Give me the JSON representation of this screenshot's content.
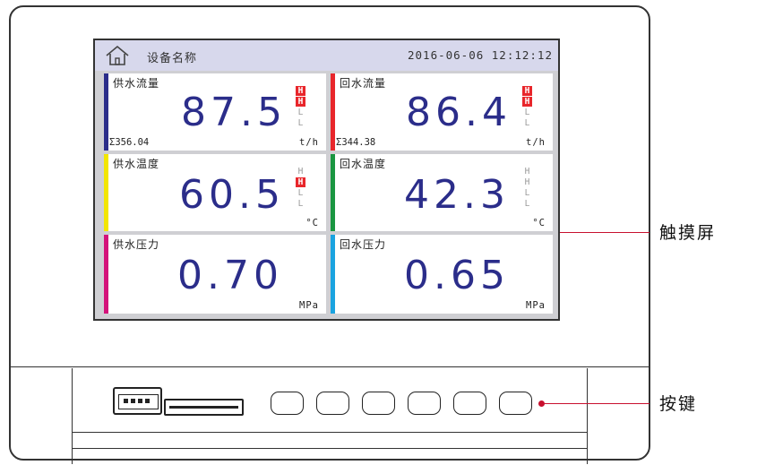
{
  "screen": {
    "header": {
      "title": "设备名称",
      "datetime": "2016-06-06 12:12:12"
    },
    "cells": [
      {
        "label": "供水流量",
        "value": "87.5",
        "unit": "t/h",
        "total": "Σ356.04",
        "bar_color": "#2b2d8a",
        "alarms": [
          {
            "text": "H",
            "on": true
          },
          {
            "text": "H",
            "on": true
          },
          {
            "text": "L",
            "on": false
          },
          {
            "text": "L",
            "on": false
          }
        ]
      },
      {
        "label": "回水流量",
        "value": "86.4",
        "unit": "t/h",
        "total": "Σ344.38",
        "bar_color": "#e8262b",
        "alarms": [
          {
            "text": "H",
            "on": true
          },
          {
            "text": "H",
            "on": true
          },
          {
            "text": "L",
            "on": false
          },
          {
            "text": "L",
            "on": false
          }
        ]
      },
      {
        "label": "供水温度",
        "value": "60.5",
        "unit": "°C",
        "total": "",
        "bar_color": "#f2e600",
        "alarms": [
          {
            "text": "H",
            "on": false
          },
          {
            "text": "H",
            "on": true
          },
          {
            "text": "L",
            "on": false
          },
          {
            "text": "L",
            "on": false
          }
        ]
      },
      {
        "label": "回水温度",
        "value": "42.3",
        "unit": "°C",
        "total": "",
        "bar_color": "#1a9641",
        "alarms": [
          {
            "text": "H",
            "on": false
          },
          {
            "text": "H",
            "on": false
          },
          {
            "text": "L",
            "on": false
          },
          {
            "text": "L",
            "on": false
          }
        ]
      },
      {
        "label": "供水压力",
        "value": "0.70",
        "unit": "MPa",
        "total": "",
        "bar_color": "#d4127a",
        "alarms": []
      },
      {
        "label": "回水压力",
        "value": "0.65",
        "unit": "MPa",
        "total": "",
        "bar_color": "#1aa3e0",
        "alarms": []
      }
    ]
  },
  "callouts": {
    "touchscreen": "触摸屏",
    "keys": "按键"
  },
  "icons": {
    "home": "home-icon",
    "usb": "usb-port-icon",
    "sd": "sd-slot-icon"
  },
  "colors": {
    "callout": "#c8102e",
    "value_text": "#2b2d8a",
    "header_bg": "#d7d8ec"
  }
}
